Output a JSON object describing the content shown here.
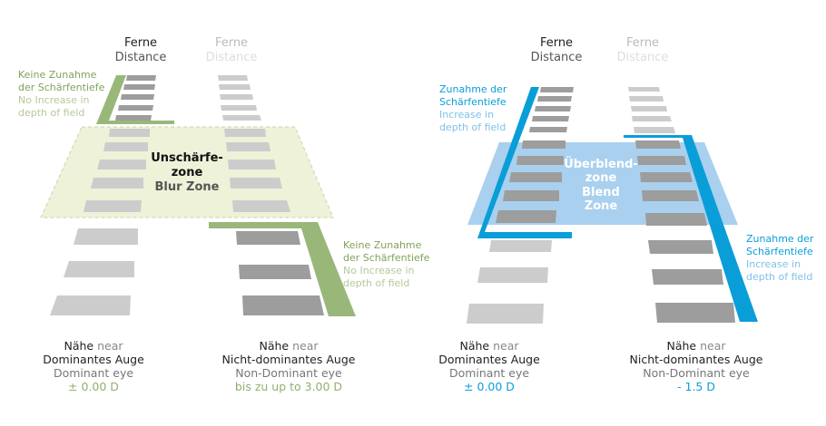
{
  "colors": {
    "green": "#8fb06e",
    "green_light": "#b5c99b",
    "blur_zone_fill": "#eef2d8",
    "blue": "#0a9ed8",
    "blue_light": "#7fc1e8",
    "blend_zone_fill": "#a9d0ee",
    "bar_dark": "#9d9d9d",
    "bar_light": "#cccccc"
  },
  "left_panel": {
    "far_dominant": {
      "de": "Ferne",
      "en": "Distance"
    },
    "far_nondominant": {
      "de": "Ferne",
      "en": "Distance"
    },
    "top_note": {
      "de1": "Keine Zunahme",
      "de2": "der Schärfentiefe",
      "en1": "No Increase in",
      "en2": "depth of field"
    },
    "bottom_note": {
      "de1": "Keine Zunahme",
      "de2": "der Schärfentiefe",
      "en1": "No Increase in",
      "en2": "depth of field"
    },
    "zone": {
      "de1": "Unschärfe-",
      "de2": "zone",
      "en": "Blur Zone"
    },
    "dominant": {
      "near_de": "Nähe",
      "near_en": "near",
      "eye_de": "Dominantes Auge",
      "eye_en": "Dominant eye",
      "value": "± 0.00 D"
    },
    "nondominant": {
      "near_de": "Nähe",
      "near_en": "near",
      "eye_de": "Nicht-dominantes Auge",
      "eye_en": "Non-Dominant eye",
      "value": "bis zu up to 3.00 D"
    }
  },
  "right_panel": {
    "far_dominant": {
      "de": "Ferne",
      "en": "Distance"
    },
    "far_nondominant": {
      "de": "Ferne",
      "en": "Distance"
    },
    "top_note": {
      "de1": "Zunahme der",
      "de2": "Schärfentiefe",
      "en1": "Increase in",
      "en2": "depth of field"
    },
    "bottom_note": {
      "de1": "Zunahme der",
      "de2": "Schärfentiefe",
      "en1": "Increase in",
      "en2": "depth of field"
    },
    "zone": {
      "de1": "Überblend-",
      "de2": "zone",
      "en1": "Blend",
      "en2": "Zone"
    },
    "dominant": {
      "near_de": "Nähe",
      "near_en": "near",
      "eye_de": "Dominantes Auge",
      "eye_en": "Dominant eye",
      "value": "± 0.00 D"
    },
    "nondominant": {
      "near_de": "Nähe",
      "near_en": "near",
      "eye_de": "Nicht-dominantes Auge",
      "eye_en": "Non-Dominant eye",
      "value": "- 1.5 D"
    }
  }
}
